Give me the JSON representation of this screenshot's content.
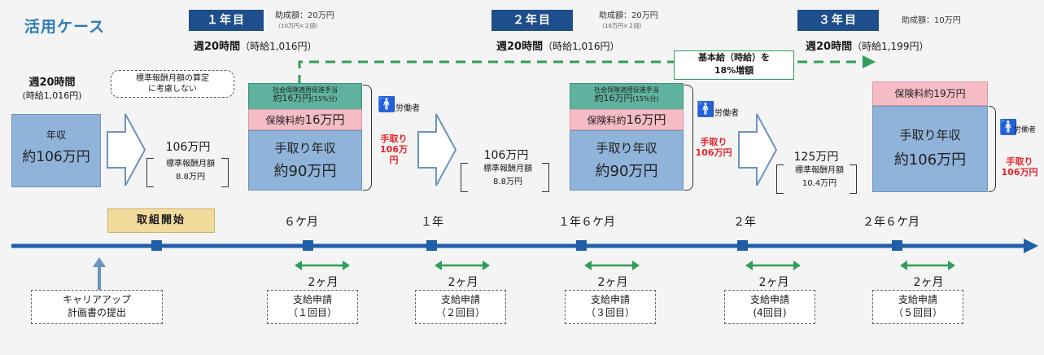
{
  "title": "活用ケース",
  "years": [
    {
      "badge": "１年目",
      "subsidy": "助成額：20万円",
      "subsidy_note": "（10万円×２回）",
      "hours_bold": "週20時間",
      "hours_rate": "（時給1,016円）"
    },
    {
      "badge": "２年目",
      "subsidy": "助成額：20万円",
      "subsidy_note": "（10万円×２回）",
      "hours_bold": "週20時間",
      "hours_rate": "（時給1,016円）"
    },
    {
      "badge": "３年目",
      "subsidy": "助成額：10万円",
      "subsidy_note": "",
      "hours_bold": "週20時間",
      "hours_rate": "（時給1,199円）"
    }
  ],
  "raise": {
    "line1": "基本給（時給）を",
    "line2": "18%増額"
  },
  "start": {
    "hours_bold": "週20時間",
    "hours_rate": "(時給1,016円)",
    "income_label": "年収",
    "income_value": "約106万円"
  },
  "note": {
    "line1": "標準報酬月額の算定",
    "line2": "に考慮しない"
  },
  "stages": [
    {
      "gross": "106万円",
      "std_label": "標準報酬月額",
      "std_value": "8.8万円",
      "teal_label": "社会保険適用促進手当",
      "teal_value": "約16万円",
      "teal_small": "(15%分)",
      "premium_label": "保険料約",
      "premium_value": "16万円",
      "net_label": "手取り年収",
      "net_value": "約90万円",
      "worker": "労働者",
      "take_label": "手取り",
      "take_value": "106万円"
    },
    {
      "gross": "106万円",
      "std_label": "標準報酬月額",
      "std_value": "8.8万円",
      "teal_label": "社会保険適用促進手当",
      "teal_value": "約16万円",
      "teal_small": "(15%分)",
      "premium_label": "保険料約",
      "premium_value": "16万円",
      "net_label": "手取り年収",
      "net_value": "約90万円",
      "worker": "労働者",
      "take_label": "手取り",
      "take_value": "106万円"
    },
    {
      "gross": "125万円",
      "std_label": "標準報酬月額",
      "std_value": "10.4万円",
      "premium_label": "保険料約",
      "premium_value": "19万円",
      "net_label": "手取り年収",
      "net_value": "約106万円",
      "worker": "労働者",
      "take_label": "手取り",
      "take_value": "106万円"
    }
  ],
  "timeline": {
    "start_label": "取組開始",
    "ticks": [
      "６ケ月",
      "１年",
      "１年６ケ月",
      "２年",
      "２年６ケ月"
    ],
    "interval": "2ヶ月",
    "plan_line1": "キャリアアップ",
    "plan_line2": "計画書の提出",
    "applications": [
      {
        "line1": "支給申請",
        "line2": "（１回目）"
      },
      {
        "line1": "支給申請",
        "line2": "（２回目）"
      },
      {
        "line1": "支給申請",
        "line2": "（３回目）"
      },
      {
        "line1": "支給申請",
        "line2": "(4回目)"
      },
      {
        "line1": "支給申請",
        "line2": "（５回目）"
      }
    ]
  },
  "colors": {
    "badge": "#1f4e8c",
    "timeline": "#1f5fa8",
    "green": "#2f9e5a",
    "red": "#e8222a",
    "blue_box": "#8fb3d9",
    "pink_box": "#f5bcc6",
    "teal_box": "#5fb39e"
  }
}
